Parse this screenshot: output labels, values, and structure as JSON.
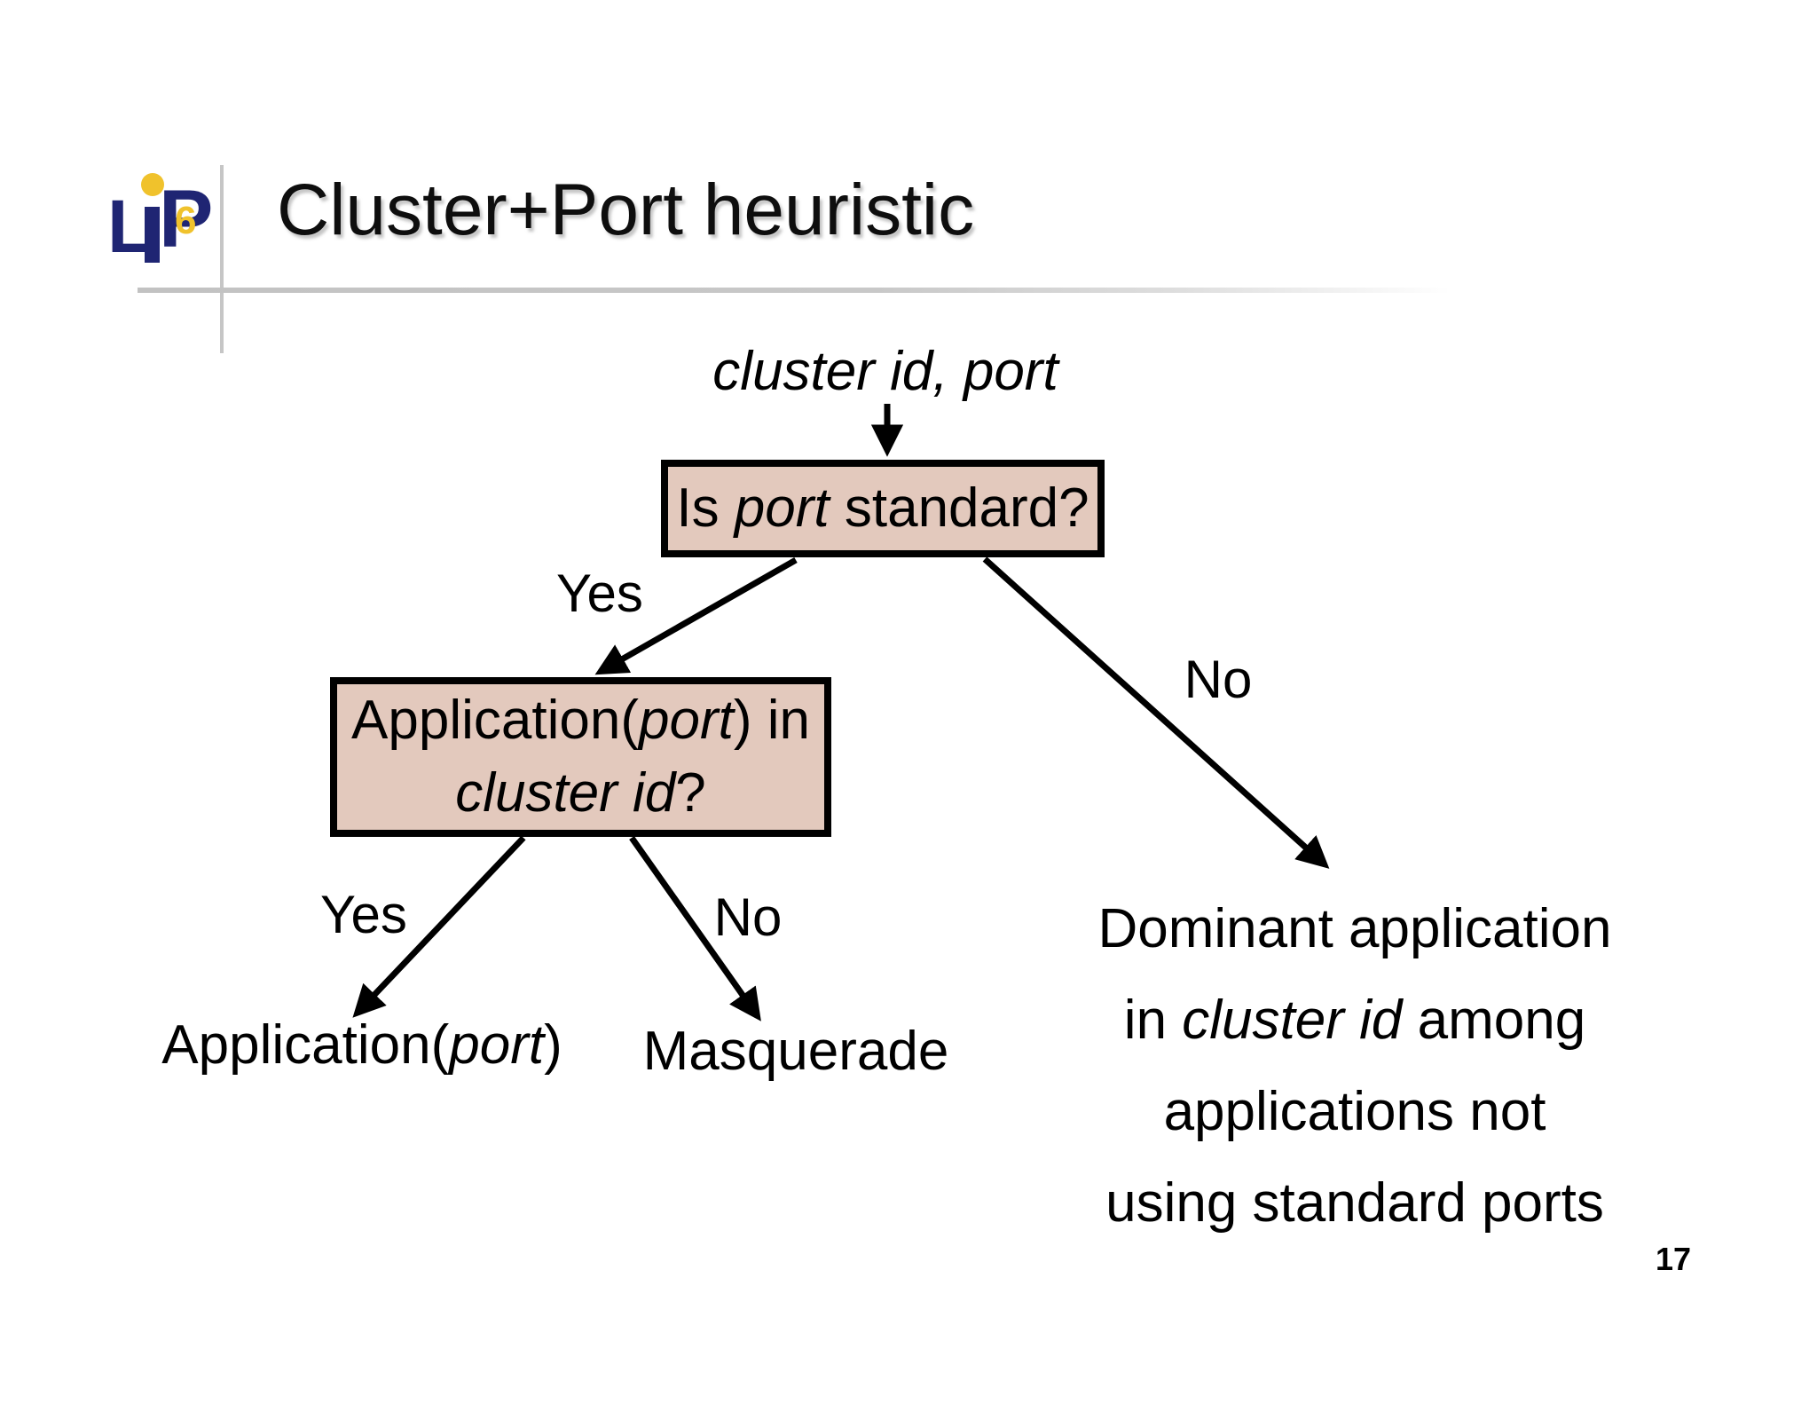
{
  "slide": {
    "title": "Cluster+Port heuristic",
    "page_number": "17"
  },
  "logo": {
    "l": "L",
    "p": "P",
    "six": "6"
  },
  "colors": {
    "box_fill": "#e3c9bd",
    "box_border": "#000000",
    "line_color": "#000000",
    "decoration_gray": "#c6c6c6",
    "logo_navy": "#1f2573",
    "logo_gold": "#f0c22c",
    "text": "#000000"
  },
  "diagram": {
    "input": {
      "text": "cluster id, port"
    },
    "decision1": {
      "pre": "Is ",
      "italic": "port",
      "post": " standard?"
    },
    "branch1_yes": "Yes",
    "branch1_no": "No",
    "decision2": {
      "line1_pre": "Application(",
      "line1_italic": "port",
      "line1_post": ") in",
      "line2_italic": "cluster id",
      "line2_post": "?"
    },
    "branch2_yes": "Yes",
    "branch2_no": "No",
    "leaf_left": {
      "pre": "Application(",
      "italic": "port",
      "post": ")"
    },
    "leaf_middle": "Masquerade",
    "leaf_right": {
      "line1": "Dominant application",
      "line2_pre": "in ",
      "line2_italic": "cluster id",
      "line2_post": " among",
      "line3": "applications not",
      "line4": "using standard ports"
    }
  }
}
